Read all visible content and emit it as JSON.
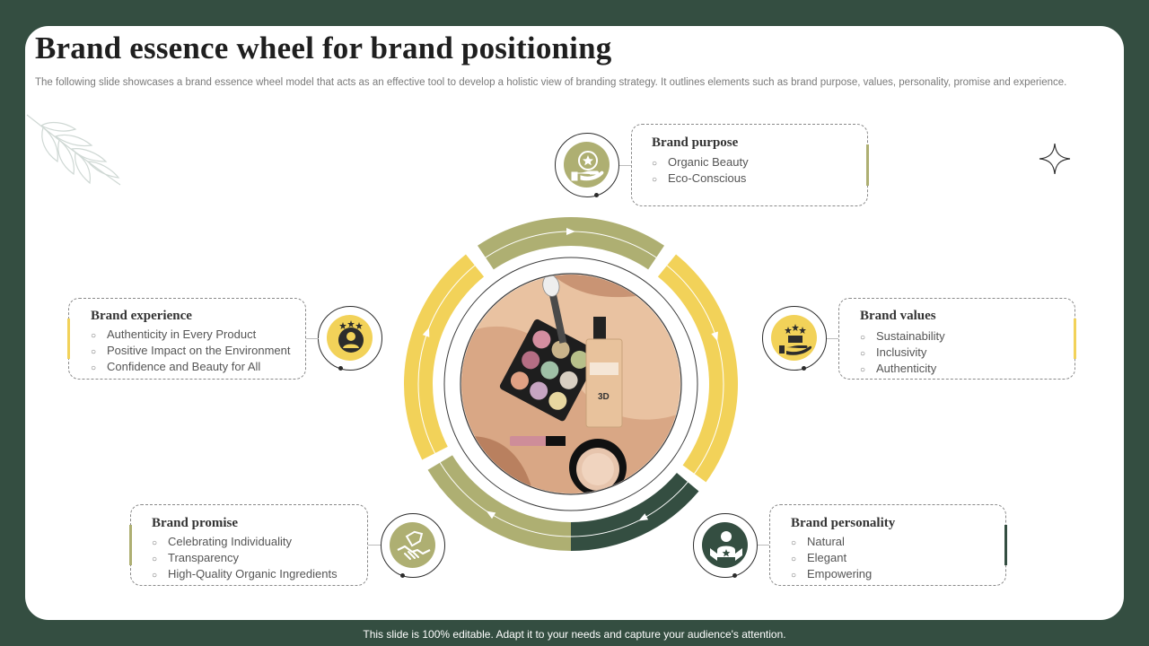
{
  "slide": {
    "title": "Brand essence wheel for brand positioning",
    "subtitle": "The following slide showcases a brand essence wheel model that acts as an effective tool to develop a holistic view of branding strategy. It outlines elements such as brand purpose, values, personality, promise and experience.",
    "footer": "This slide is 100% editable. Adapt it to your needs and capture your audience's attention."
  },
  "colors": {
    "background": "#344e41",
    "olive": "#aeaf72",
    "yellow": "#f2d259",
    "dark_green": "#344e41"
  },
  "elements": {
    "purpose": {
      "title": "Brand purpose",
      "items": [
        "Organic Beauty",
        "Eco-Conscious"
      ],
      "icon": "star-hand-icon"
    },
    "values": {
      "title": "Brand values",
      "items": [
        "Sustainability",
        "Inclusivity",
        "Authenticity"
      ],
      "icon": "stars-hand-icon"
    },
    "personality": {
      "title": "Brand personality",
      "items": [
        "Natural",
        "Elegant",
        "Empowering"
      ],
      "icon": "person-star-icon"
    },
    "promise": {
      "title": "Brand promise",
      "items": [
        "Celebrating Individuality",
        "Transparency",
        "High-Quality Organic Ingredients"
      ],
      "icon": "handshake-tag-icon"
    },
    "experience": {
      "title": "Brand experience",
      "items": [
        "Authenticity in Every Product",
        "Positive Impact on the Environment",
        "Confidence and Beauty for All"
      ],
      "icon": "rated-user-icon"
    }
  }
}
